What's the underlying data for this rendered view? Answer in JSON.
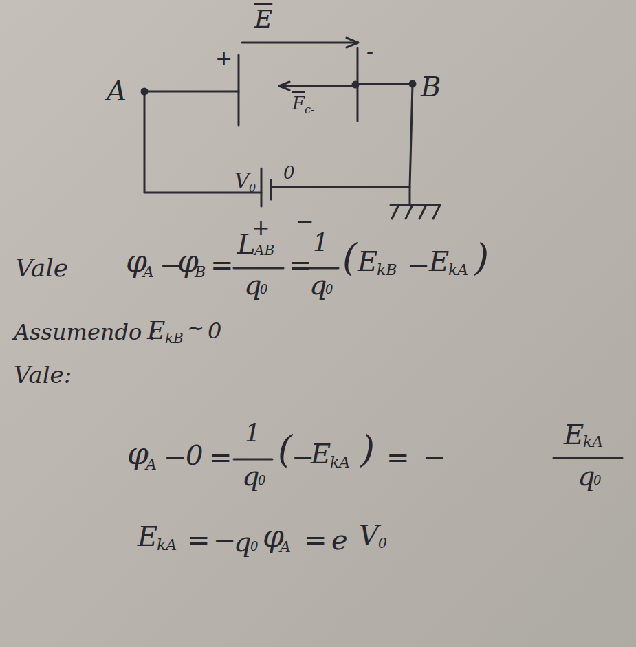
{
  "diagram": {
    "labels": [
      "E",
      "+",
      "-",
      "A",
      "B",
      "F",
      "c-",
      "V",
      "0",
      "0",
      "+",
      "−",
      "Vale",
      "φ",
      "A",
      "−",
      "φ",
      "B",
      "=",
      "L",
      "AB",
      "q",
      "0",
      "=",
      "1",
      "q",
      "0",
      "(",
      "E",
      "kB",
      "−",
      "E",
      "kA",
      ")",
      "Assumendo :",
      "E",
      "kB",
      "∼",
      "0",
      "Vale:",
      "φ",
      "A",
      "−",
      "0",
      "=",
      "1",
      "q",
      "0",
      "(",
      "−",
      "E",
      "kA",
      ")",
      "=",
      "−",
      "E",
      "kA",
      "q",
      "0",
      "E",
      "kA",
      "=",
      "−",
      "q",
      "0",
      "φ",
      "A",
      "=",
      "e",
      "V",
      "0"
    ]
  }
}
